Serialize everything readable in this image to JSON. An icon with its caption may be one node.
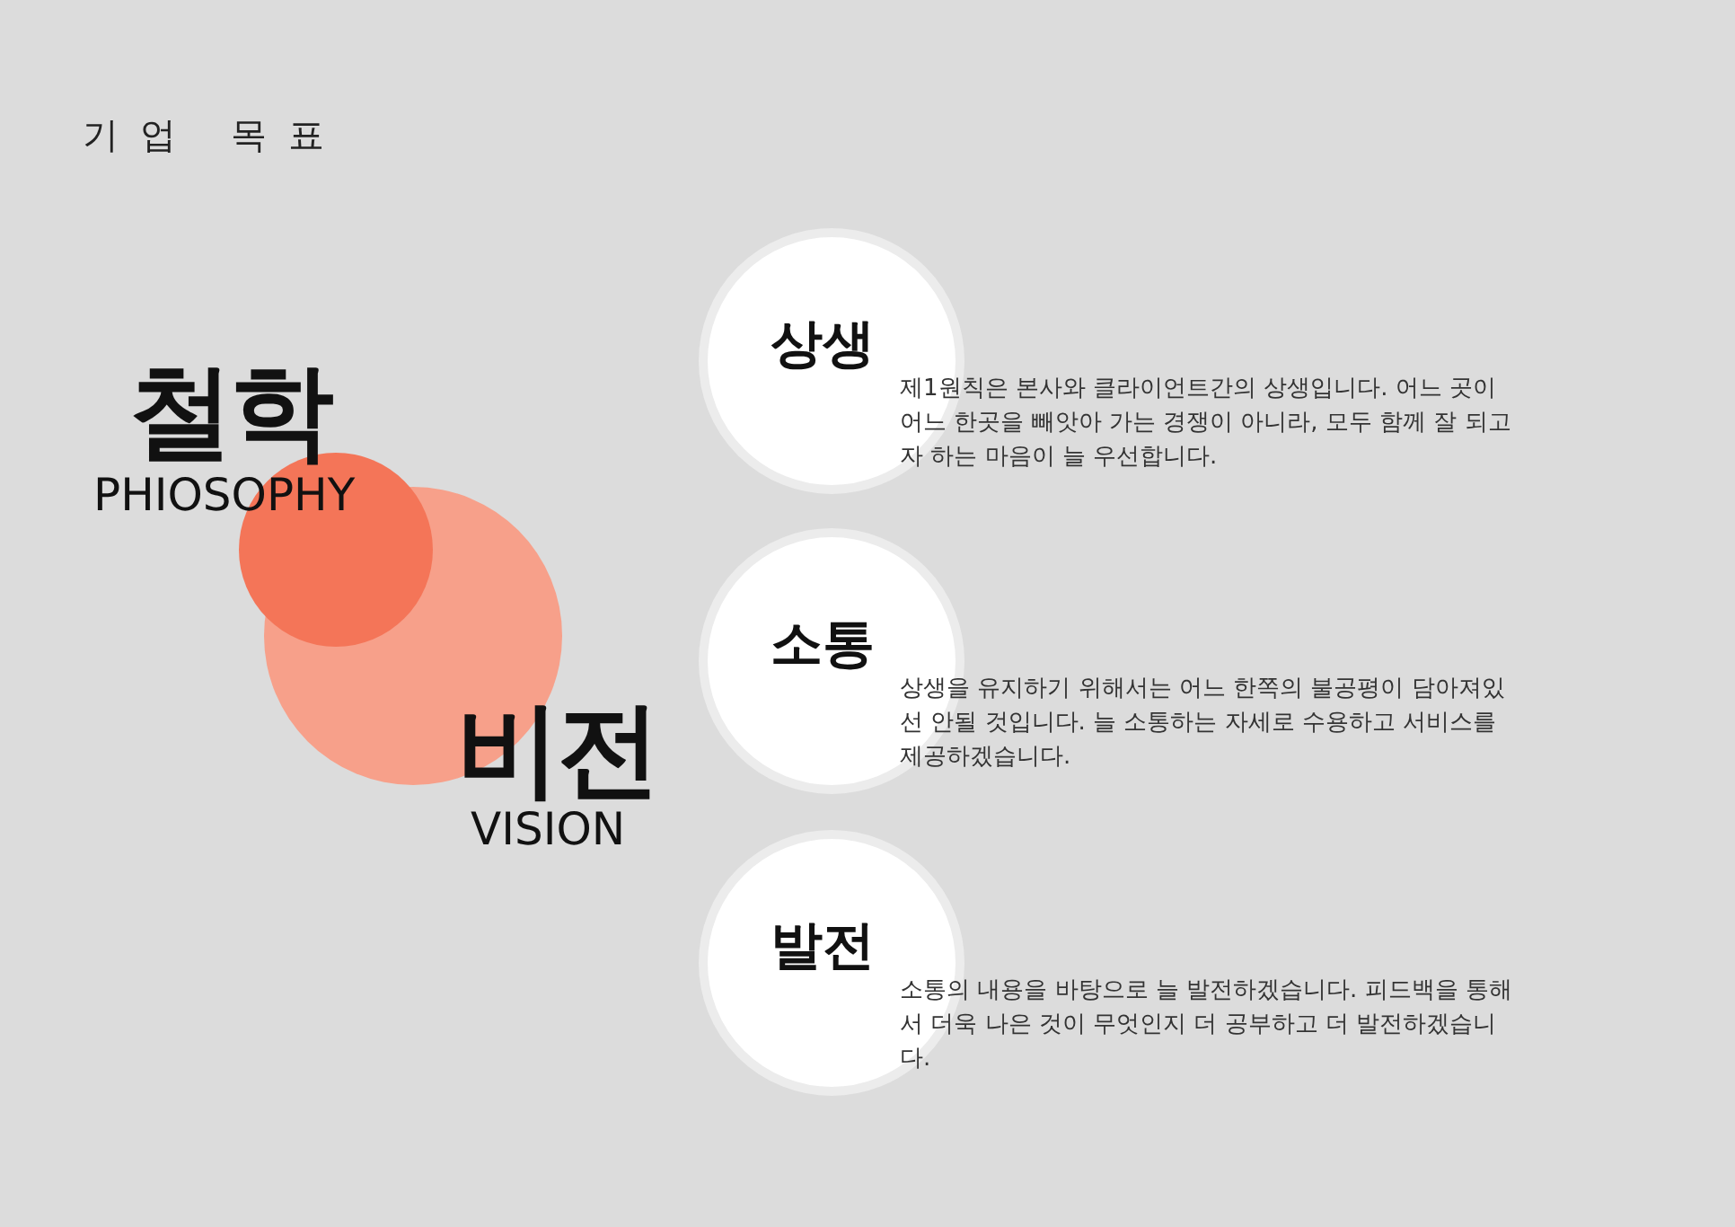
{
  "diagram": {
    "title": "기업 목표",
    "nodes": [
      {
        "text": [
          "상생"
        ],
        "beside": [
          "제1원칙은 본사와 클라이언트간의 상생입니다. 어느 곳이 어느 한곳을 빼앗아 가는 경쟁이 아니라, 모두 함께 잘 되고자 하는 마음이 늘 우선합니다."
        ]
      },
      {
        "text": [
          "소통"
        ],
        "beside": [
          "상생을 유지하기 위해서는 어느 한쪽의 불공평이 담아져있선 안될 것입니다. 늘 소통하는 자세로 수용하고 서비스를 제공하겠습니다."
        ]
      },
      {
        "text": [
          "발전"
        ],
        "beside": [
          "소통의 내용을 바탕으로 늘 발전하겠습니다. 피드백을 통해서 더욱 나은 것이 무엇인지 더 공부하고 더 발전하겠습니다."
        ]
      }
    ],
    "labels": [
      "철학",
      "PHIOSOPHY",
      "비전",
      "VISION"
    ]
  }
}
